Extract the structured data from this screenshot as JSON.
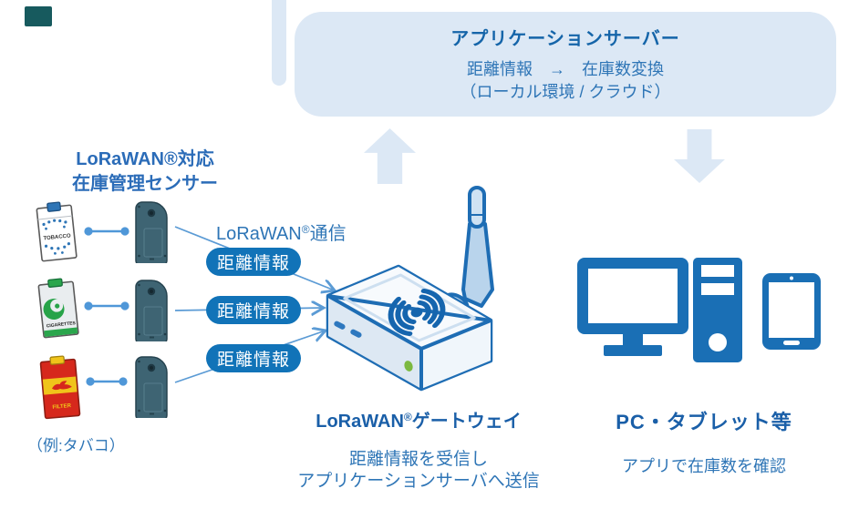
{
  "colors": {
    "heading_blue": "#1a5fa8",
    "body_blue": "#2e75b6",
    "badge_bg": "#1173b8",
    "panel_bg": "#dce8f5",
    "line_blue": "#5b9bd5",
    "device_blue": "#1a6fb5",
    "sensor_teal": "#3e6473",
    "led_green": "#7cb940"
  },
  "server_panel": {
    "title": "アプリケーションサーバー",
    "body_line1": "距離情報　→　在庫数変換",
    "body_line2": "（ローカル環境 / クラウド）"
  },
  "sensor_section": {
    "heading_line1": "LoRaWAN®対応",
    "heading_line2": "在庫管理センサー",
    "comm_label": {
      "brand": "LoRaWAN",
      "reg": "®",
      "suffix": "通信"
    },
    "products": [
      {
        "label": "TOBACCO"
      },
      {
        "label": "CIGARETTES"
      },
      {
        "label": "FILTER"
      }
    ],
    "distance_badges": [
      "距離情報",
      "距離情報",
      "距離情報"
    ],
    "example_note": "（例:タバコ）"
  },
  "gateway_section": {
    "title": {
      "brand": "LoRaWAN",
      "reg": "®",
      "suffix": "ゲートウェイ"
    },
    "desc_line1": "距離情報を受信し",
    "desc_line2": "アプリケーションサーバへ送信"
  },
  "client_section": {
    "title": "PC・タブレット等",
    "desc": "アプリで在庫数を確認"
  }
}
